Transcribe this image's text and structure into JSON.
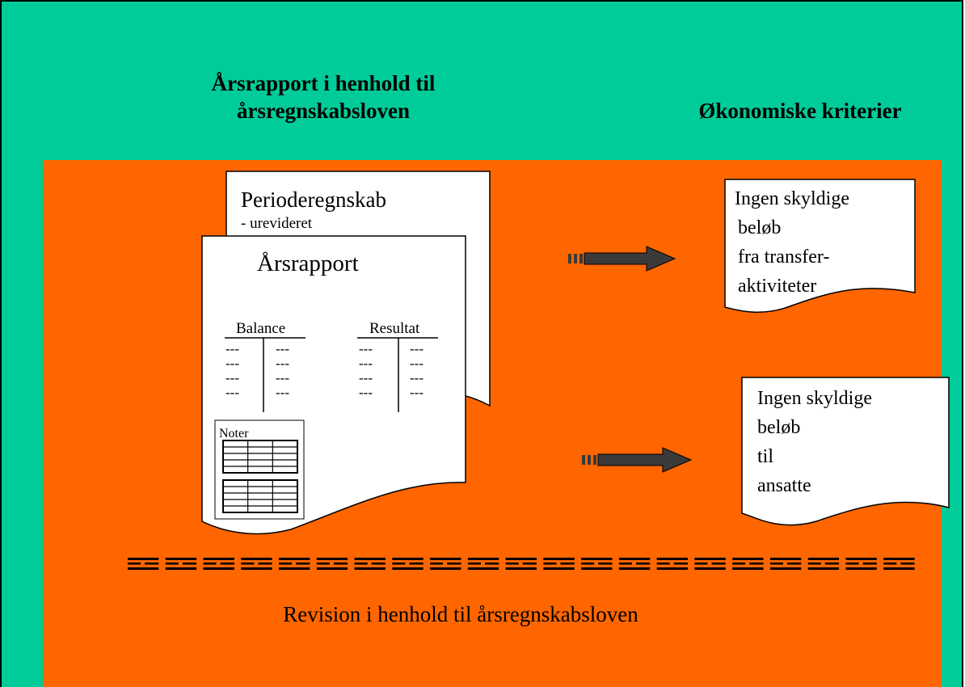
{
  "headers": {
    "left_line1": "Årsrapport i henhold til",
    "left_line2": "årsregnskabsloven",
    "right": "Økonomiske kriterier"
  },
  "back_document": {
    "title": "Perioderegnskab",
    "subtitle": "- urevideret"
  },
  "front_document": {
    "title": "Årsrapport",
    "balance_label": "Balance",
    "result_label": "Resultat",
    "dash": "---",
    "notes_label": "Noter"
  },
  "criteria": [
    {
      "lines": [
        "Ingen skyldige",
        "beløb",
        "fra transfer-",
        "aktiviteter"
      ]
    },
    {
      "lines": [
        "Ingen skyldige",
        "beløb",
        "til",
        "ansatte"
      ]
    }
  ],
  "footer": "Revision i henhold til årsregnskabsloven",
  "colors": {
    "background": "#00cc99",
    "panel": "#ff6600",
    "paper": "#ffffff",
    "arrow": "#3a3a3a",
    "ink": "#000000"
  }
}
